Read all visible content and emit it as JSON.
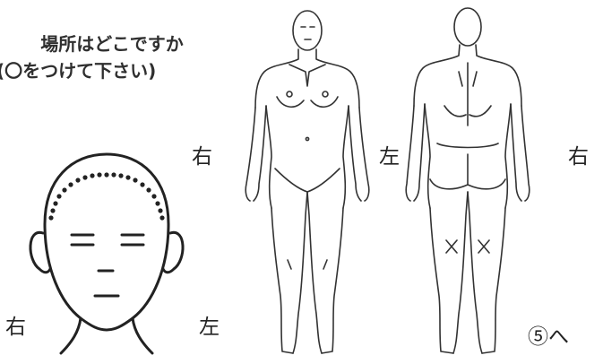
{
  "instruction": {
    "line1": "場所はどこですか",
    "line2": "(〇をつけて下さい)"
  },
  "labels": {
    "head_right": "右",
    "head_left": "左",
    "front_right": "右",
    "front_left": "左",
    "back_right": "右",
    "next": "⑤へ"
  }
}
